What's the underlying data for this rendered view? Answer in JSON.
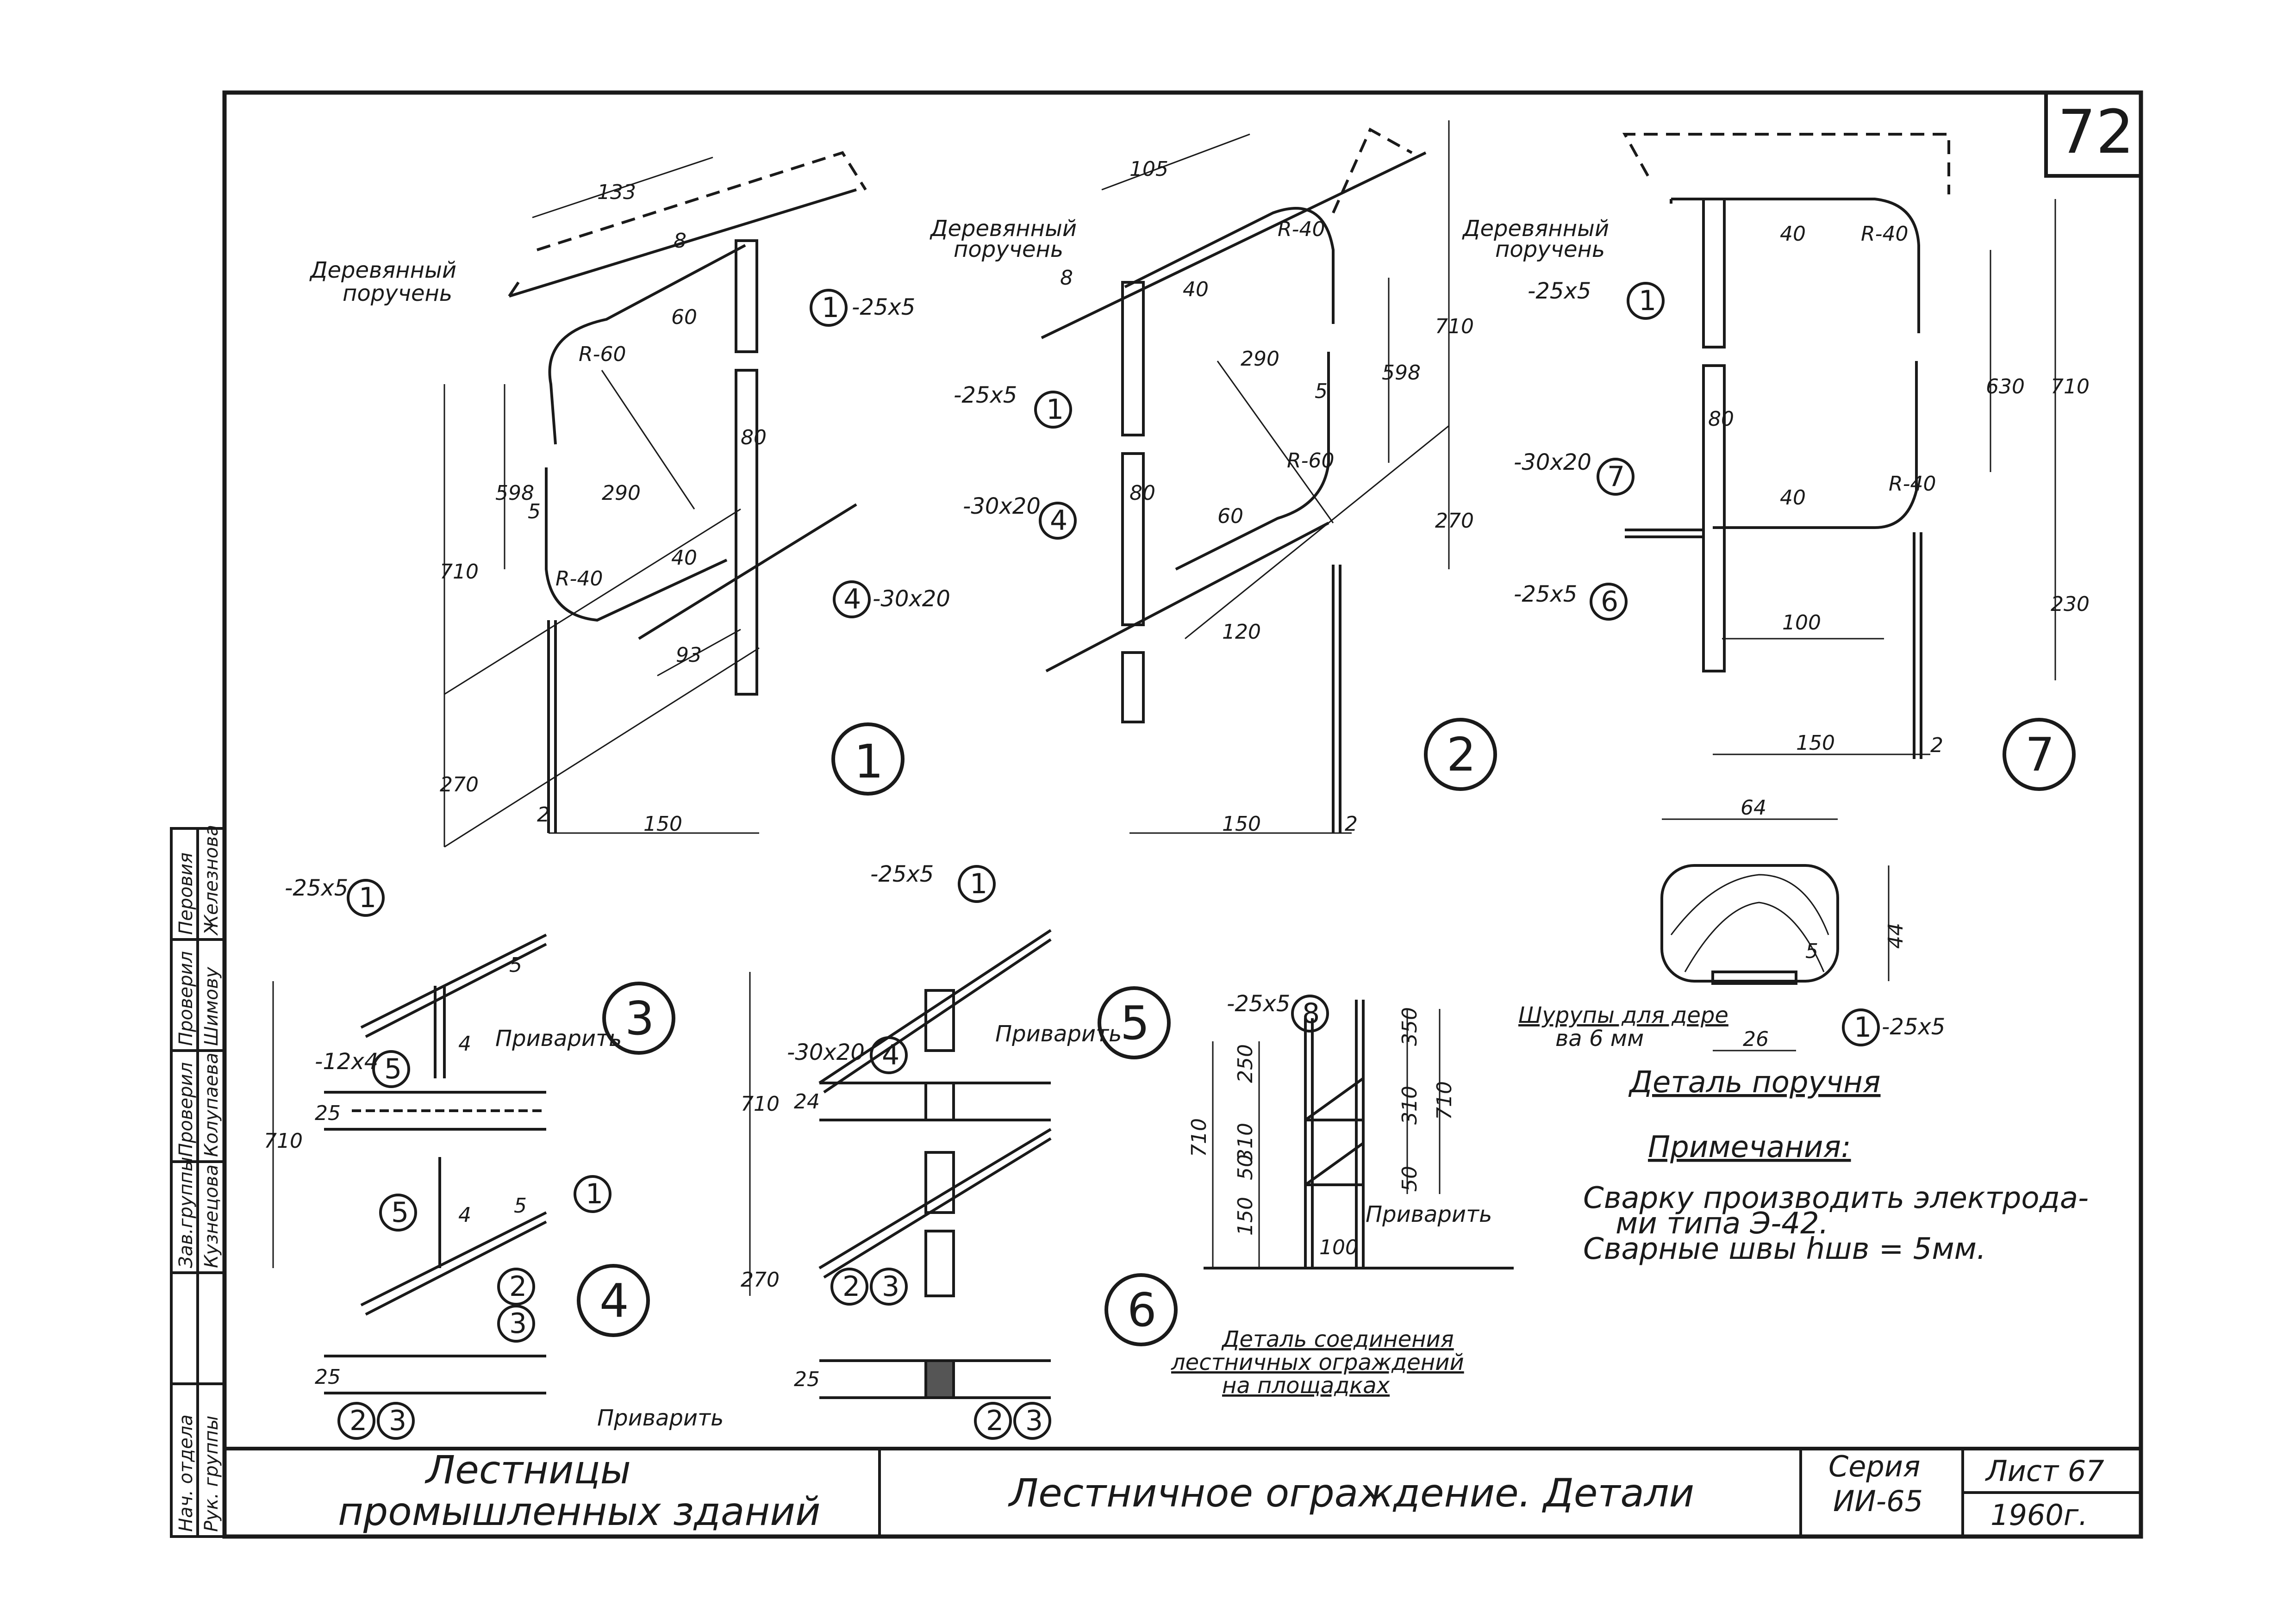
{
  "sheet_number": "72",
  "title_block": {
    "project_line1": "Лестницы",
    "project_line2": "промышленных зданий",
    "drawing_title": "Лестничное ограждение. Детали",
    "series_label": "Серия",
    "series_value": "ИИ-65",
    "sheet_label": "Лист 67",
    "year": "1960г."
  },
  "stamp": {
    "row1_role": "Нач. отдела",
    "row1_role2": "Рук. группы",
    "row2_role": "Зав.группы",
    "row2_name": "Кузнецова",
    "row3_role": "Проверил",
    "row3_name": "Колупаева",
    "row4_role": "Проверил",
    "row4_name": "Шимову",
    "row5_role": "Перовия",
    "row5_name": "Железнова"
  },
  "details": {
    "d1": {
      "number": "1",
      "handrail_label_1": "Деревянный",
      "handrail_label_2": "поручень",
      "part1_size": "-25x5",
      "part4_size": "-30x20",
      "dim_133": "133",
      "dim_60": "60",
      "dim_R60": "R-60",
      "dim_598": "598",
      "dim_5": "5",
      "dim_290": "290",
      "dim_710": "710",
      "dim_R40": "R-40",
      "dim_40": "40",
      "dim_93": "93",
      "dim_80": "80",
      "dim_270": "270",
      "dim_150": "150",
      "dim_2": "2",
      "dim_8": "8",
      "callout_1": "1",
      "callout_4": "4"
    },
    "d2": {
      "number": "2",
      "handrail_label_1": "Деревянный",
      "handrail_label_2": "поручень",
      "part1_size": "-25x5",
      "part4_size": "-30x20",
      "dim_105": "105",
      "dim_R40": "R-40",
      "dim_40": "40",
      "dim_290": "290",
      "dim_598": "598",
      "dim_710": "710",
      "dim_5": "5",
      "dim_R60": "R-60",
      "dim_60": "60",
      "dim_270": "270",
      "dim_120": "120",
      "dim_80": "80",
      "dim_150": "150",
      "dim_2": "2",
      "dim_8": "8",
      "callout_1": "1",
      "callout_4": "4"
    },
    "d7": {
      "number": "7",
      "handrail_label_1": "Деревянный",
      "handrail_label_2": "поручень",
      "part1_size": "-25x5",
      "part7_size": "-30x20",
      "part6_size": "-25x5",
      "dim_40a": "40",
      "dim_R40a": "R-40",
      "dim_630": "630",
      "dim_710": "710",
      "dim_80": "80",
      "dim_40b": "40",
      "dim_R40b": "R-40",
      "dim_100": "100",
      "dim_230": "230",
      "dim_150": "150",
      "dim_2": "2",
      "callout_1": "1",
      "callout_7": "7",
      "callout_6": "6"
    },
    "d3": {
      "number": "3",
      "part1_size": "-25x5",
      "part5_size": "-12x4",
      "weld_label": "Приварить",
      "dim_710": "710",
      "dim_25": "25",
      "dim_5a": "5",
      "dim_4a": "4",
      "dim_4b": "4",
      "dim_5b": "5",
      "callout_1a": "1",
      "callout_5a": "5",
      "callout_1b": "1",
      "callout_5b": "5"
    },
    "d4": {
      "number": "4",
      "weld_label": "Приварить",
      "dim_25": "25",
      "callout_2": "2",
      "callout_3": "3",
      "callout_2b": "2",
      "callout_3b": "3"
    },
    "d5": {
      "number": "5",
      "part1_size": "-25x5",
      "part4_size": "-30x20",
      "weld_label": "Приварить",
      "dim_710": "710",
      "dim_24": "24",
      "dim_270": "270",
      "dim_25": "25",
      "callout_1": "1",
      "callout_4": "4",
      "callout_2": "2",
      "callout_3": "3",
      "callout_2b": "2",
      "callout_3b": "3"
    },
    "d6": {
      "number": "6",
      "part8_size": "-25x5",
      "weld_label": "Приварить",
      "dim_350": "350",
      "dim_250": "250",
      "dim_310a": "310",
      "dim_710a": "710",
      "dim_710b": "710",
      "dim_310b": "310",
      "dim_50a": "50",
      "dim_150": "150",
      "dim_50b": "50",
      "dim_100": "100",
      "callout_8": "8",
      "caption_1": "Деталь соединения",
      "caption_2": "лестничных ограждений",
      "caption_3": "на площадках"
    },
    "handrail": {
      "dim_64": "64",
      "dim_44": "44",
      "dim_26": "26",
      "dim_5": "5",
      "screw_label_1": "Шурупы для дере",
      "screw_label_2": "ва 6 мм",
      "part1_size": "-25x5",
      "callout_1": "1",
      "caption": "Деталь поручня"
    }
  },
  "notes": {
    "heading": "Примечания:",
    "line1": "Сварку производить электрода-",
    "line2": "ми типа Э-42.",
    "line3": "Сварные швы hшв = 5мм."
  }
}
